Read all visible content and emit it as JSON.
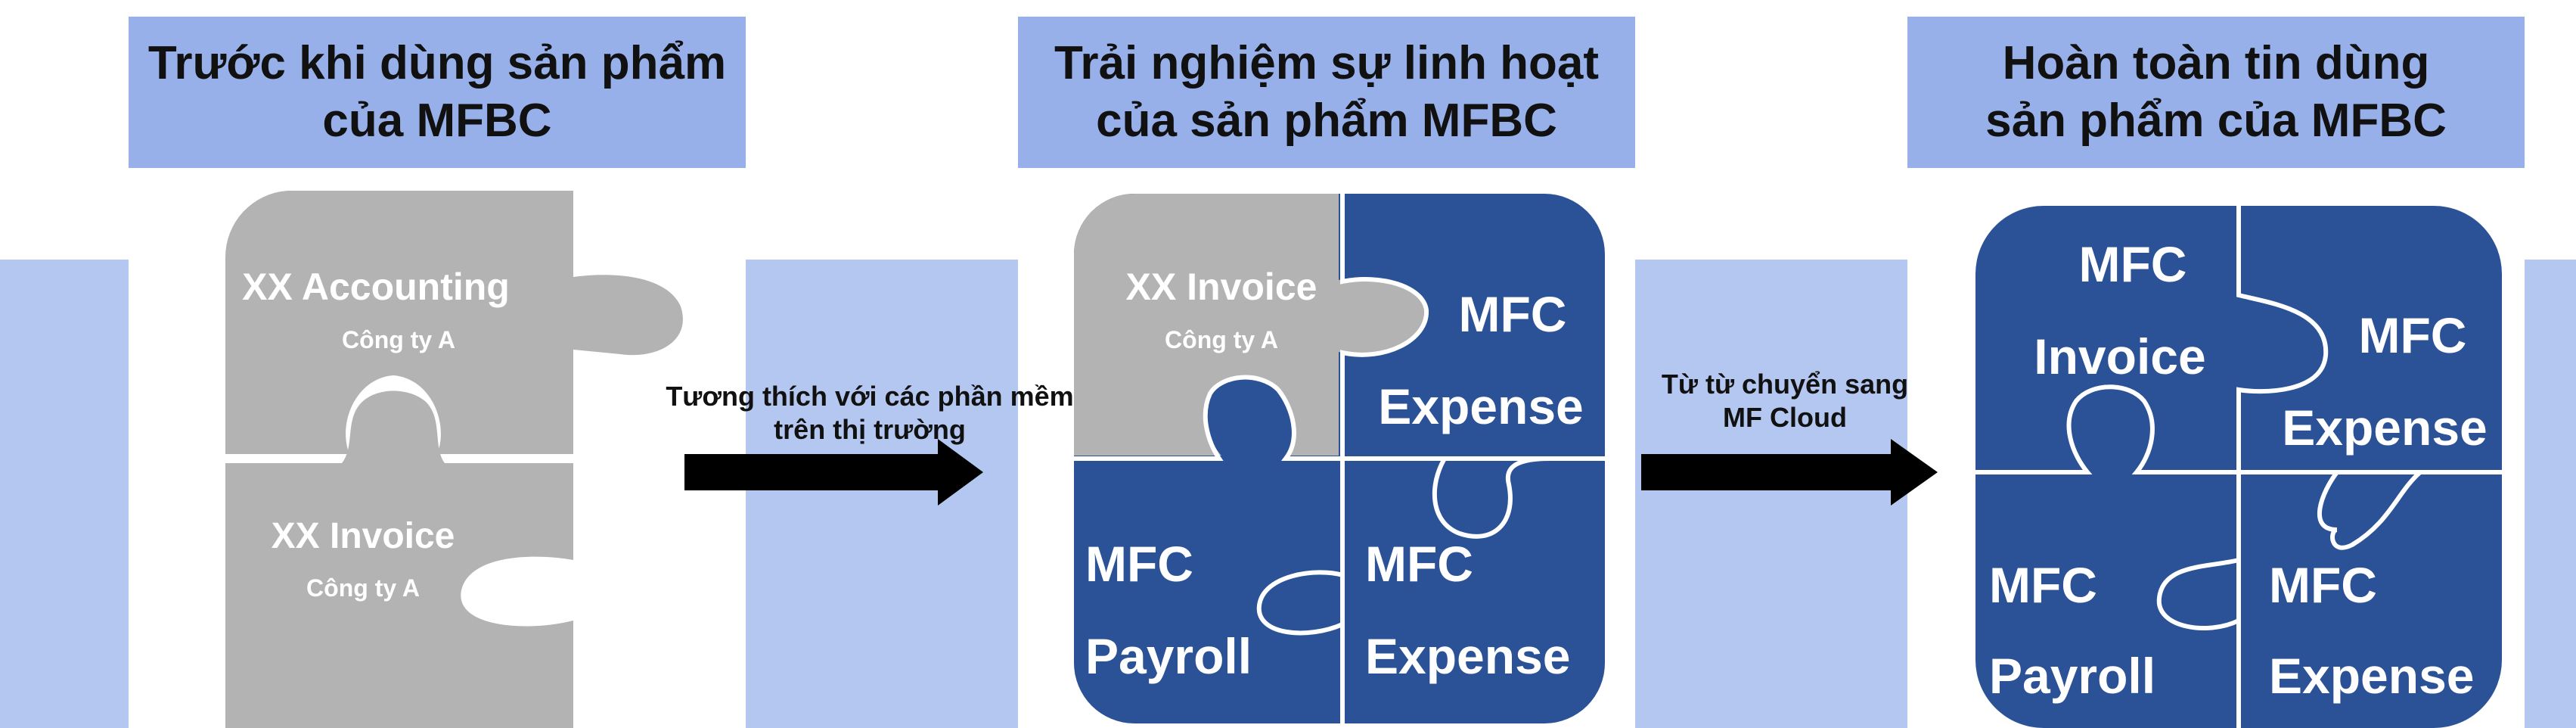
{
  "stages": [
    {
      "title": "Trước khi dùng sản phẩm\ncủa MFBC"
    },
    {
      "title": "Trải nghiệm sự linh hoạt\ncủa sản phẩm MFBC"
    },
    {
      "title": "Hoàn toàn tin dùng\nsản phẩm của MFBC"
    }
  ],
  "puzzle1": {
    "top": {
      "name": "XX Accounting",
      "company": "Công ty A"
    },
    "bottom": {
      "name": "XX Invoice",
      "company": "Công ty A"
    }
  },
  "puzzle2": {
    "top_left": {
      "name": "XX Invoice",
      "company": "Công ty A"
    },
    "top_right": {
      "line1": "MFC",
      "line2": "Expense"
    },
    "bottom_left": {
      "line1": "MFC",
      "line2": "Payroll"
    },
    "bottom_right": {
      "line1": "MFC",
      "line2": "Expense"
    }
  },
  "puzzle3": {
    "top_left": {
      "line1": "MFC",
      "line2": "Invoice"
    },
    "top_right": {
      "line1": "MFC",
      "line2": "Expense"
    },
    "bottom_left": {
      "line1": "MFC",
      "line2": "Payroll"
    },
    "bottom_right": {
      "line1": "MFC",
      "line2": "Expense"
    }
  },
  "arrows": [
    {
      "label": "Tương thích với các phần mềm\ntrên thị trường"
    },
    {
      "label": "Từ từ chuyển sang\nMF Cloud"
    }
  ],
  "colors": {
    "header": "#98b0ea",
    "band": "#b4c7f0",
    "gray_piece": "#b3b3b3",
    "blue_piece": "#2b5196",
    "arrow": "#000000"
  }
}
